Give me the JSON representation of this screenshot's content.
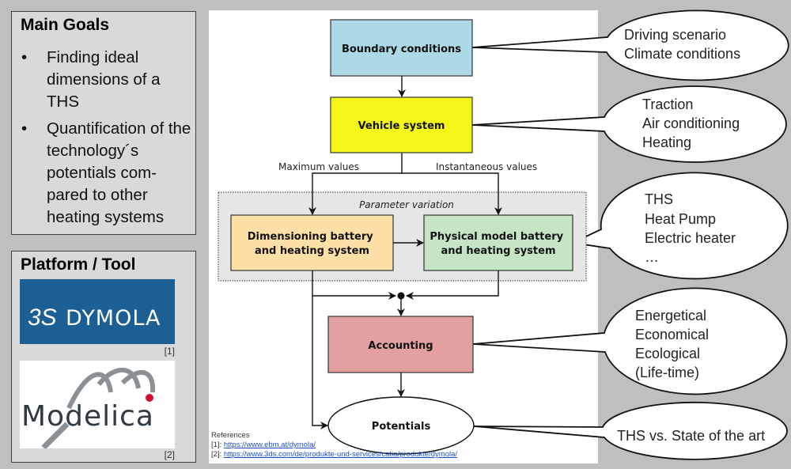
{
  "main_goals": {
    "title": "Main Goals",
    "items": [
      "Finding ideal dimensions of a THS",
      "Quantification of the technology´s potentials com-pared to other heating systems"
    ]
  },
  "platform": {
    "title": "Platform / Tool",
    "logos": [
      {
        "name": "DYMOLA",
        "prefix": "3S",
        "ref": "[1]",
        "bg": "#1c5f94"
      },
      {
        "name": "Modelica",
        "ref": "[2]",
        "accent": "#d0112b"
      }
    ]
  },
  "diagram": {
    "nodes": {
      "boundary": {
        "label": "Boundary conditions",
        "color": "#add8e6"
      },
      "vehicle": {
        "label": "Vehicle system",
        "color": "#f3f617"
      },
      "group": {
        "label": "Parameter variation",
        "color": "#e6e6e6"
      },
      "dimensioning": {
        "line1": "Dimensioning battery",
        "line2": "and heating system",
        "color": "#fee0a6"
      },
      "physical": {
        "line1": "Physical model battery",
        "line2": "and heating system",
        "color": "#c6e5c6"
      },
      "accounting": {
        "label": "Accounting",
        "color": "#e3a0a1"
      },
      "potentials": {
        "label": "Potentials",
        "color": "#ffffff"
      }
    },
    "edge_labels": {
      "max": "Maximum values",
      "inst": "Instantaneous values"
    }
  },
  "callouts": [
    {
      "lines": [
        "Driving scenario",
        "Climate conditions"
      ]
    },
    {
      "lines": [
        "Traction",
        "Air conditioning",
        "Heating"
      ]
    },
    {
      "lines": [
        "THS",
        "Heat Pump",
        "Electric heater",
        "…"
      ]
    },
    {
      "lines": [
        "Energetical",
        "Economical",
        "Ecological",
        "(Life-time)"
      ]
    },
    {
      "lines": [
        "THS vs. State of the art"
      ]
    }
  ],
  "references": {
    "title": "References",
    "items": [
      {
        "tag": "[1]:",
        "url": "https://www.ebm.at/dymola/"
      },
      {
        "tag": "[2]:",
        "url": "https://www.3ds.com/de/produkte-und-services/catia/produkte/dymola/"
      }
    ]
  }
}
